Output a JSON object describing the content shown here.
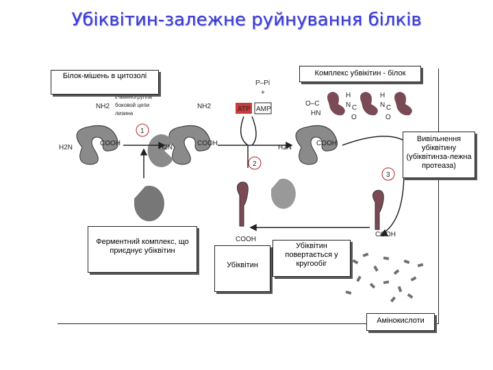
{
  "title": "Убіквітин-залежне руйнування білків",
  "callouts": {
    "target_protein": "Білок-мішень в цитозолі",
    "complex": "Комплекс убвікітин - білок",
    "release": "Вивільнення убіквітину (убіквітинза-лежна протеаза)",
    "enzyme": "Ферментний комплекс, що приєднує убіквітин",
    "ubiquitin": "Убіквітин",
    "recycle": "Убіквітин повертається у кругообіг",
    "amino_acids": "Амінокислоти"
  },
  "diagram_labels": {
    "amino_group_note_1": "ε-аминогруппа",
    "amino_group_note_2": "боковой цепи",
    "amino_group_note_3": "лизина",
    "nh2": "NH2",
    "h2n": "H2N",
    "cooh": "COOH",
    "atp": "ATP",
    "amp": "AMP",
    "ppi": "P–Pi",
    "plus": "+",
    "step1": "1",
    "step2": "2",
    "step3": "3",
    "o_c": "O–C",
    "hn": "HN",
    "h": "H",
    "n": "N",
    "c": "C",
    "o": "O"
  },
  "colors": {
    "title": "#3a3ad6",
    "protein": "#8a8a8a",
    "ubiquitin": "#7a4a55",
    "atp_fill": "#c73c3c",
    "step_circle": "#b02020"
  }
}
